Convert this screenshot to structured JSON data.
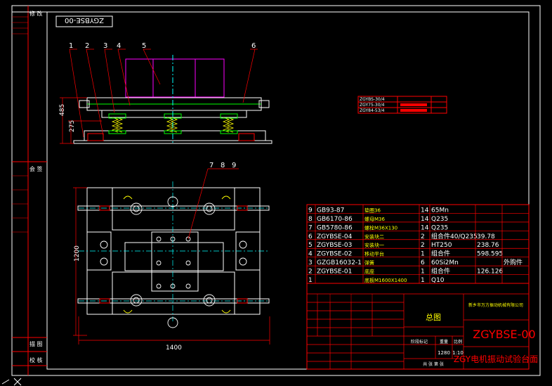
{
  "side_strip": {
    "top_label": "修 改",
    "mid_label": "会 签",
    "low_label": "描 图",
    "bottom_label": "校 核"
  },
  "stamp": {
    "text": "ZGYBSE-00"
  },
  "part_labels": [
    "1",
    "2",
    "3",
    "4",
    "5",
    "6"
  ],
  "plan_labels": [
    "7",
    "8",
    "9"
  ],
  "dimensions": {
    "height_total": "485",
    "height_lower": "275",
    "plan_height": "1200",
    "plan_width": "1400"
  },
  "small_table": {
    "rows": [
      [
        "ZGYBS-30/4",
        "",
        "",
        "",
        ""
      ],
      [
        "ZGY75-30/4",
        "",
        "",
        "",
        ""
      ],
      [
        "ZGY84-53/4",
        "",
        "",
        "",
        ""
      ]
    ]
  },
  "bom": {
    "rows": [
      [
        "9",
        "GB93-87",
        "垫圈36",
        "14",
        "65Mn",
        "",
        ""
      ],
      [
        "8",
        "GB6170-86",
        "螺母M36",
        "14",
        "Q235",
        "",
        ""
      ],
      [
        "7",
        "GB5780-86",
        "螺栓M36X130",
        "14",
        "Q235",
        "",
        ""
      ],
      [
        "6",
        "ZGYBSE-04",
        "安装块二",
        "2",
        "组合件40/Q235",
        "39.78",
        ""
      ],
      [
        "5",
        "ZGYBSE-03",
        "安装块一",
        "2",
        "HT250",
        "238.76",
        ""
      ],
      [
        "4",
        "ZGYBSE-02",
        "移动平台",
        "1",
        "组合件",
        "598.595",
        ""
      ],
      [
        "3",
        "GZGB16032-1",
        "弹簧",
        "6",
        "60Si2Mn",
        "",
        "外购件"
      ],
      [
        "2",
        "ZGYBSE-01",
        "底座",
        "1",
        "组合件",
        "126.126",
        ""
      ],
      [
        "1",
        "",
        "底板M1600X1400",
        "1",
        "Q10",
        "",
        ""
      ]
    ]
  },
  "title_block": {
    "part_name": "总图",
    "company": "新乡市万方振动机械有限公司",
    "drawing_number": "ZGYBSE-00",
    "product_title": "ZGY电机振动试验台面",
    "weight": "1280",
    "scale": "1:10",
    "stage_label": "阶段标记",
    "weight_label": "重量",
    "scale_label": "比例",
    "sheet_label": "共 张 第 张"
  },
  "colors": {
    "background": "#000000",
    "frame": "#ffffff",
    "red": "#ff0000",
    "green": "#00ff00",
    "cyan": "#00ffff",
    "magenta": "#ff00ff",
    "yellow": "#ffff00"
  }
}
